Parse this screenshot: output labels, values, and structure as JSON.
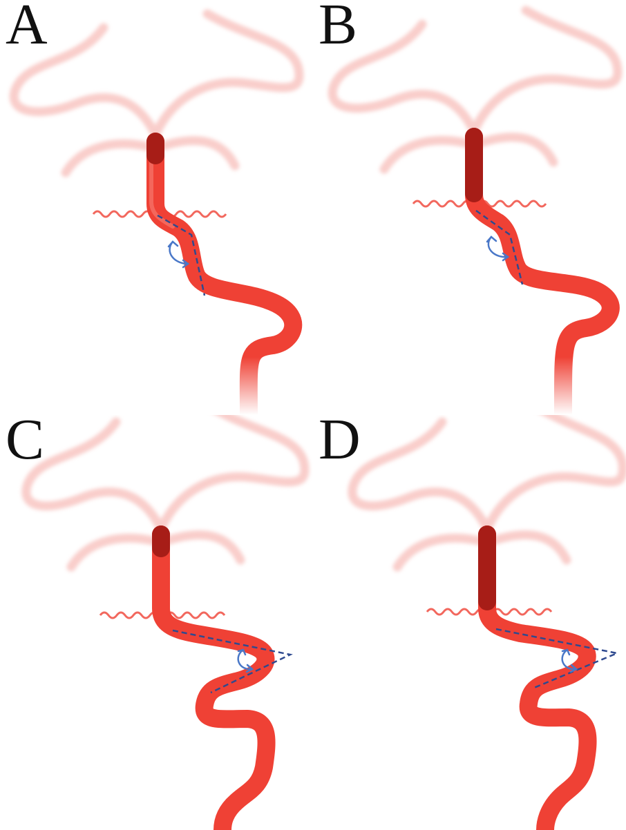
{
  "panels": [
    {
      "label": "A"
    },
    {
      "label": "B"
    },
    {
      "label": "C"
    },
    {
      "label": "D"
    }
  ],
  "colors": {
    "artery": "#ef4135",
    "artery_highlight": "#f6776d",
    "occlusion": "#a71d17",
    "branches": "#f4a6a0",
    "dashed_line": "#2f4a8f",
    "angle_arrow": "#4a78c8",
    "label": "#111111"
  },
  "icons": {
    "angle_indicator": "curved-double-arrow-icon"
  }
}
